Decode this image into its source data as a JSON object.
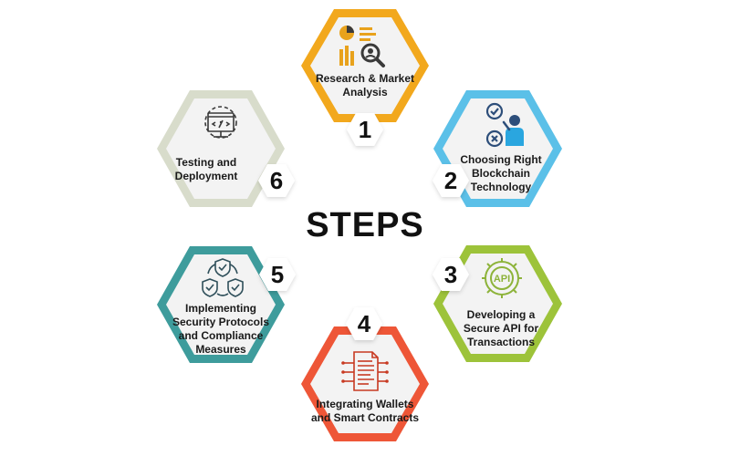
{
  "title": "STEPS",
  "steps": [
    {
      "number": "1",
      "label": "Research & Market Analysis",
      "color": "#F2A81D",
      "icon": "research-analysis-icon"
    },
    {
      "number": "2",
      "label": "Choosing Right Blockchain Technology",
      "color": "#5BC0E8",
      "icon": "choice-person-icon"
    },
    {
      "number": "3",
      "label": "Developing a Secure API for Transactions",
      "color": "#9DC33A",
      "icon": "api-gear-icon"
    },
    {
      "number": "4",
      "label": "Integrating Wallets and Smart Contracts",
      "color": "#EE5637",
      "icon": "smart-contract-document-icon"
    },
    {
      "number": "5",
      "label": "Implementing Security Protocols and Compliance Measures",
      "color": "#3E9C9C",
      "icon": "security-shields-icon"
    },
    {
      "number": "6",
      "label": "Testing and Deployment",
      "color": "#D8DCCB",
      "icon": "code-deployment-icon"
    }
  ]
}
